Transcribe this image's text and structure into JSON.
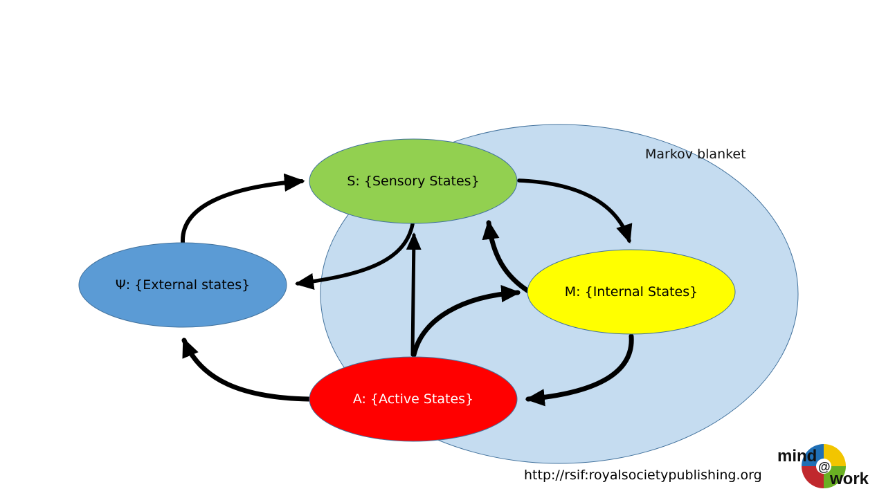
{
  "diagram": {
    "blanket_label": "Markov blanket",
    "nodes": {
      "sensory": {
        "label": "S: {Sensory States}",
        "fill": "#92d050"
      },
      "internal": {
        "label": "M: {Internal States}",
        "fill": "#ffff00"
      },
      "external": {
        "label": "Ψ: {External states}",
        "fill": "#5b9bd5"
      },
      "active": {
        "label": "A: {Active States}",
        "fill": "#ff0000"
      }
    },
    "blanket_fill": "#c5dcf0"
  },
  "source_url": "http://rsif:royalsocietypublishing.org",
  "logo": {
    "line1": "mind",
    "at": "@",
    "line2": "work"
  }
}
